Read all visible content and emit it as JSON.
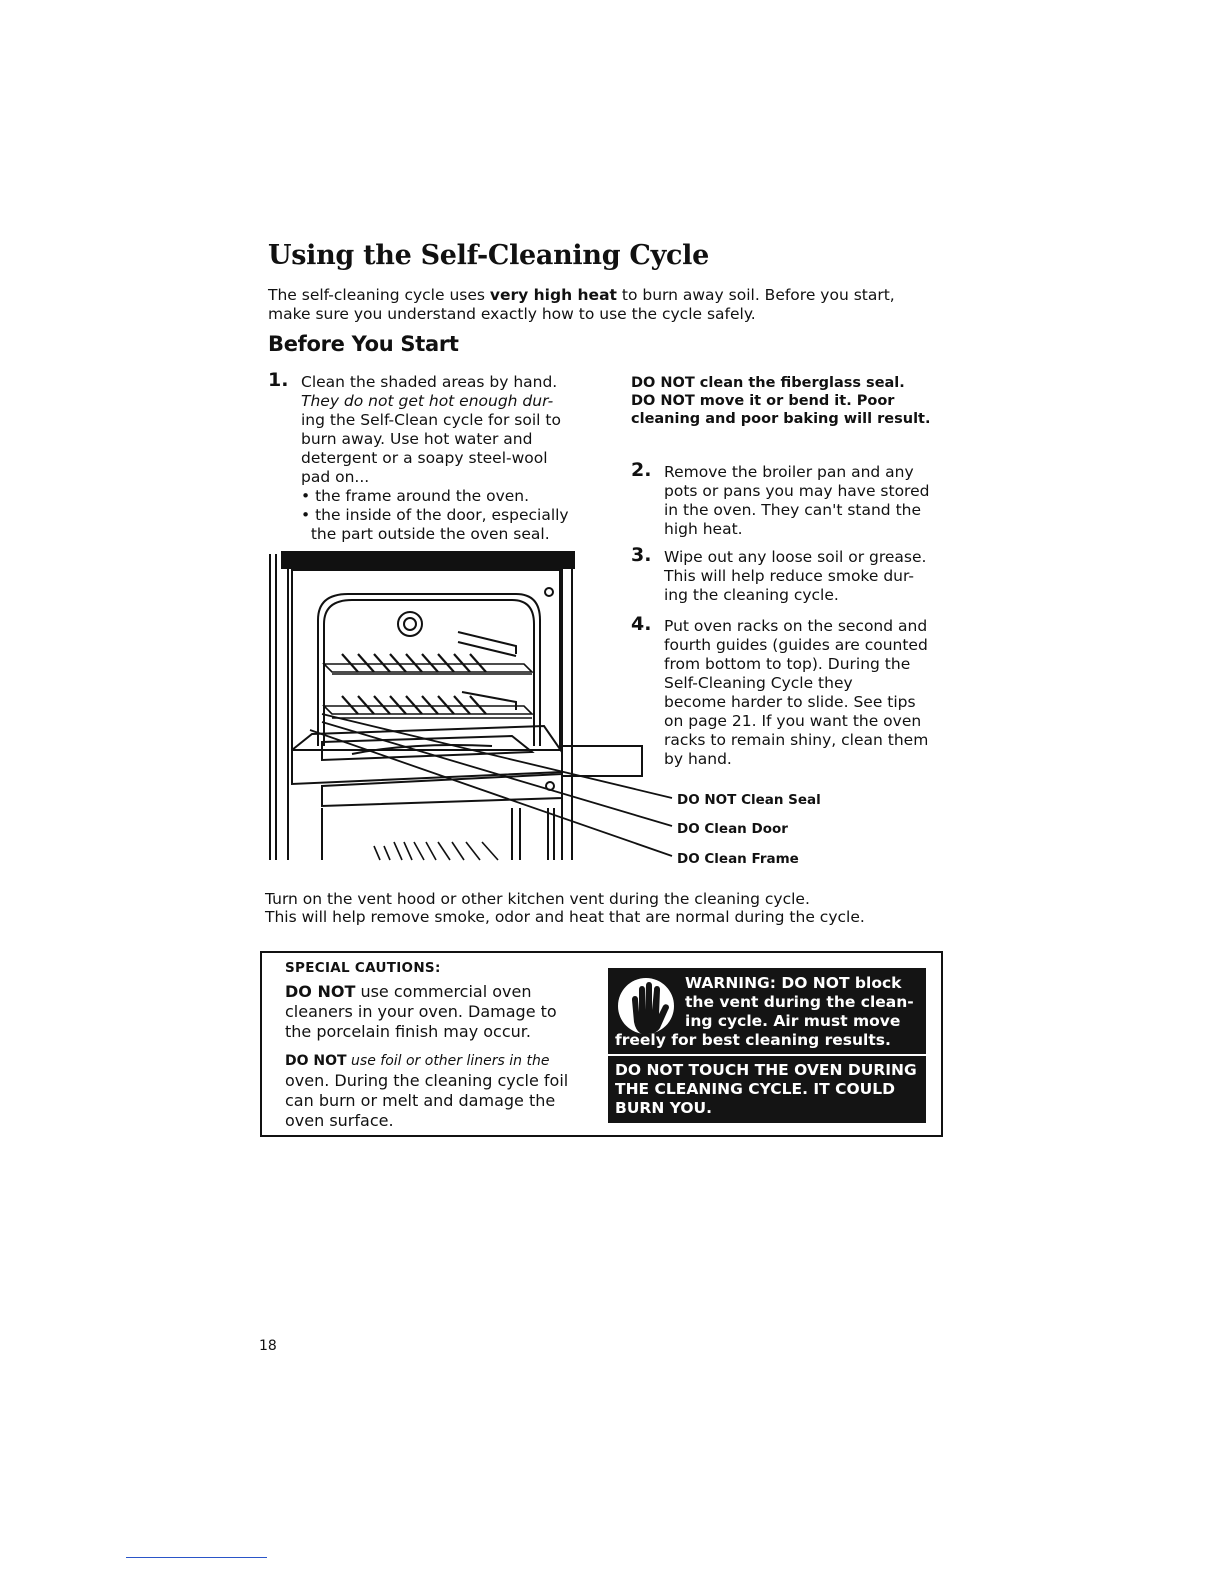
{
  "title": "Using the Self-Cleaning Cycle",
  "intro": {
    "pre": "The self-cleaning cycle uses ",
    "bold": "very high heat",
    "post_line1": " to burn away soil. Before you start,",
    "line2": "make sure you understand exactly how to use the cycle safely."
  },
  "subheading": "Before You Start",
  "step1": {
    "num": "1.",
    "lines": [
      "Clean the shaded areas by hand.",
      "They do not get hot enough dur-",
      "ing the Self-Clean cycle for soil to",
      "burn away. Use hot water and",
      "detergent or a soapy steel-wool",
      "pad on...",
      "• the frame around the oven.",
      "• the inside of the door, especially",
      "  the part outside the oven seal."
    ]
  },
  "fiberglass_note": {
    "line1": "DO NOT clean the fiberglass seal.",
    "line2": "DO NOT move it or bend it. Poor",
    "line3": "cleaning and poor baking will result."
  },
  "step2": {
    "num": "2.",
    "lines": [
      "Remove the broiler pan and any",
      "pots or pans you may have stored",
      "in the oven. They can't stand the",
      "high heat."
    ]
  },
  "step3": {
    "num": "3.",
    "lines": [
      "Wipe out any loose soil or grease.",
      "This will help reduce smoke dur-",
      "ing the cleaning cycle."
    ]
  },
  "step4": {
    "num": "4.",
    "lines": [
      "Put oven racks on the second and",
      "fourth guides (guides are counted",
      "from bottom to top). During the",
      "Self-Cleaning Cycle they",
      "become harder to slide. See tips",
      "on page 21. If you want the oven",
      "racks to remain shiny, clean them",
      "by hand."
    ]
  },
  "callouts": {
    "seal": "DO NOT Clean Seal",
    "door": "DO Clean Door",
    "frame": "DO Clean Frame"
  },
  "vent_note": {
    "line1": "Turn on the vent hood or other kitchen vent during the cleaning cycle.",
    "line2": "This will help remove smoke, odor and heat that are normal during the cycle."
  },
  "cautions": {
    "title": "SPECIAL CAUTIONS:",
    "p1_bold": "DO NOT",
    "p1_lines": [
      " use commercial oven",
      "cleaners in your oven. Damage to",
      "the porcelain finish may occur."
    ],
    "p2_bold": "DO NOT",
    "p2_lines": [
      " use foil or other liners in the",
      "oven. During the cleaning cycle foil",
      "can burn or melt and damage the",
      "oven surface."
    ]
  },
  "warning": {
    "icon": "hand-stop-icon",
    "lines_right": [
      "WARNING: DO NOT block",
      "the vent during the clean-",
      "ing cycle. Air must move"
    ],
    "line4": "freely for best cleaning results.",
    "p2_lines": [
      "DO NOT TOUCH THE OVEN DURING",
      "THE CLEANING CYCLE. IT COULD",
      "BURN YOU."
    ]
  },
  "page_number": "18"
}
